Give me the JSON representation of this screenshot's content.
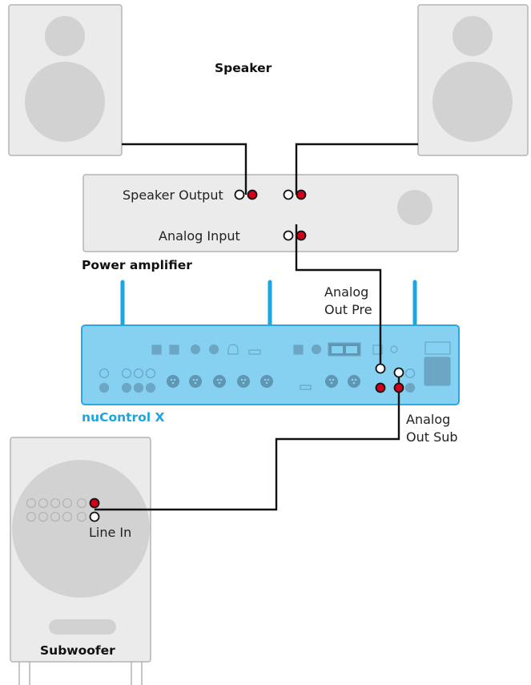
{
  "labels": {
    "speaker": "Speaker",
    "speaker_output": "Speaker Output",
    "analog_input": "Analog Input",
    "power_amplifier": "Power amplifier",
    "analog_out_pre": [
      "Analog",
      "Out Pre"
    ],
    "nucontrol": "nuControl X",
    "analog_out_sub": [
      "Analog",
      "Out Sub"
    ],
    "line_in": "Line In",
    "subwoofer": "Subwoofer"
  },
  "colors": {
    "device_fill": "#ebebeb",
    "device_stroke": "#b4b4b4",
    "cone": "#d2d2d2",
    "nucontrol_fill": "#86d0f2",
    "nucontrol_stroke": "#2aa8e0",
    "antenna": "#1aa6e0",
    "jack_red": "#d0021b",
    "cable": "#111111",
    "brand_blue": "#1aa6e0"
  },
  "icons": [
    "rca-white-jack",
    "rca-red-jack",
    "xlr-connector",
    "ethernet-port",
    "usb-port",
    "antenna"
  ]
}
